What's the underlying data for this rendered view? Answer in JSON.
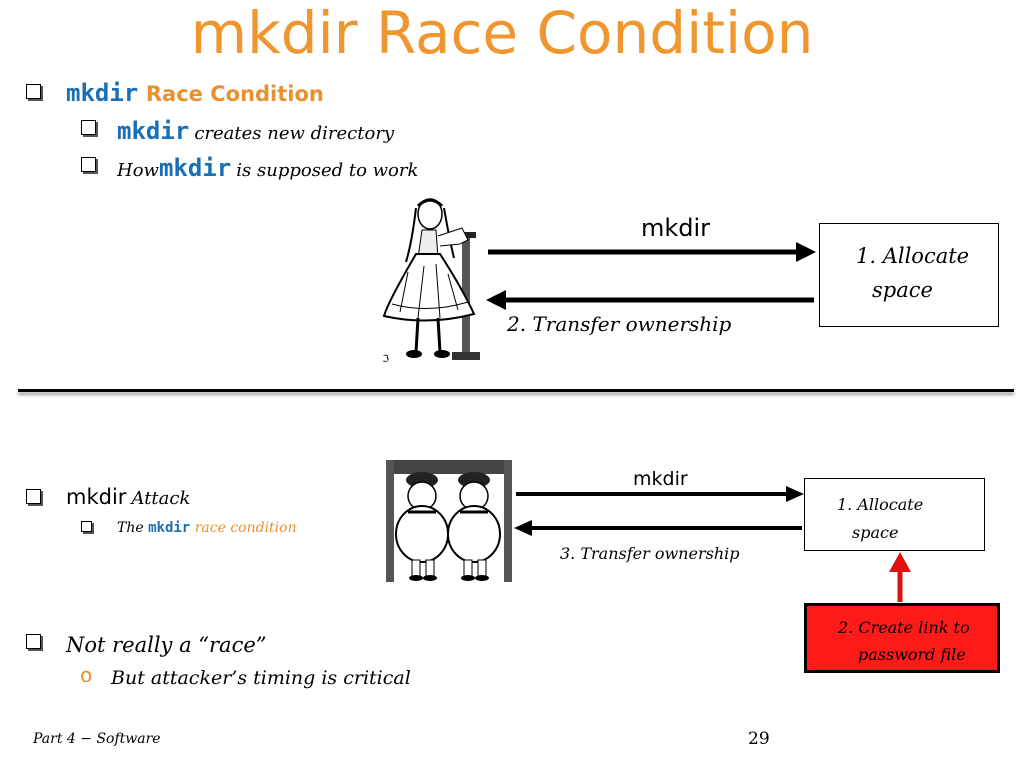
{
  "slide": {
    "title": "mkdir Race Condition",
    "bullets": {
      "b1_code": "mkdir",
      "b1_text": "Race Condition",
      "b1a_code": "mkdir",
      "b1a_text": "creates new directory",
      "b1b_pre": "How",
      "b1b_code": "mkdir",
      "b1b_text": "is supposed to work",
      "b2_label": "mkdir",
      "b2_text": "Attack",
      "b2a_pre": "The",
      "b2a_code": "mkdir",
      "b2a_text": "race condition",
      "b3_text": "Not really a “race”",
      "b3a_marker": "o",
      "b3a_text": "But attacker’s timing is critical"
    },
    "diagram1": {
      "arrow_label": "mkdir",
      "box_line1": "1. Allocate",
      "box_line2": "space",
      "return_label": "2. Transfer ownership"
    },
    "diagram2": {
      "arrow_label": "mkdir",
      "box_line1": "1. Allocate",
      "box_line2": "space",
      "return_label": "3. Transfer ownership",
      "red_box_line1": "2. Create link to",
      "red_box_line2": "password file"
    },
    "footer": {
      "left": "Part 4 − Software",
      "page": "29"
    },
    "colors": {
      "title": "#f0962e",
      "code": "#1a6fb5",
      "attack_box": "#ff1a1a",
      "attack_arrow": "#e01010"
    }
  }
}
